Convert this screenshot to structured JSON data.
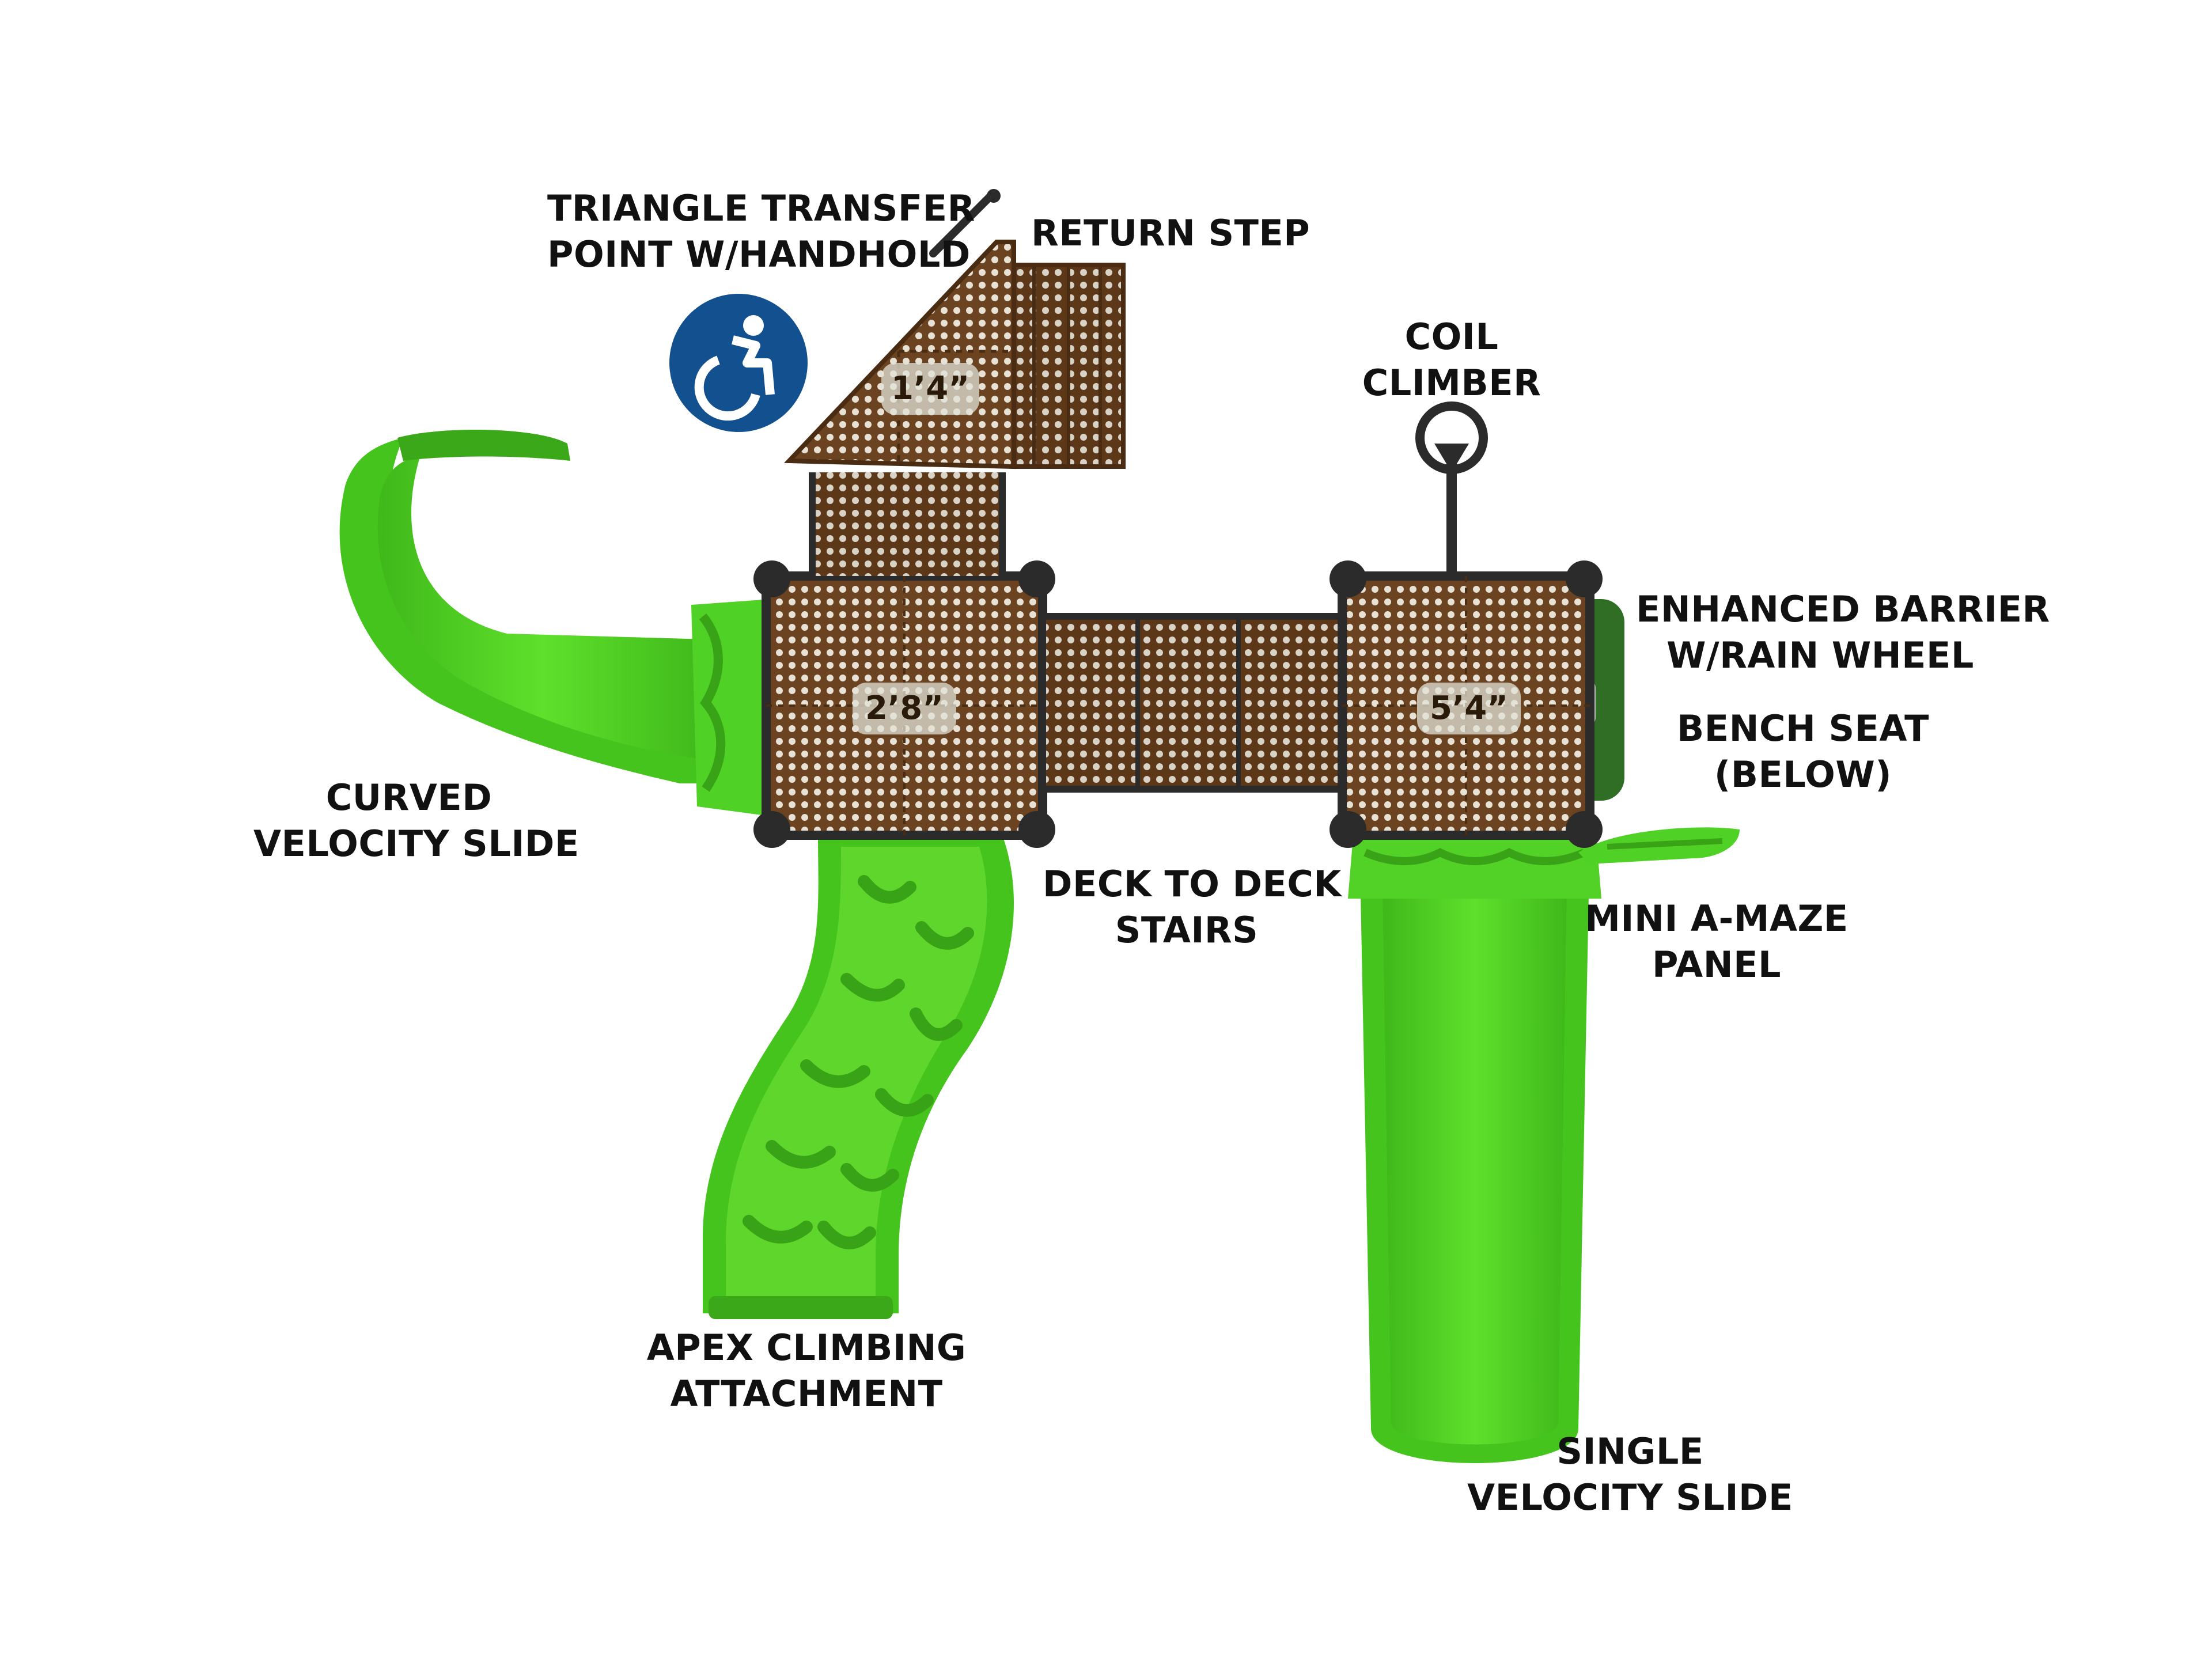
{
  "labels": {
    "triangle_transfer": [
      "TRIANGLE TRANSFER",
      "POINT W/HANDHOLD"
    ],
    "return_step": [
      "RETURN STEP"
    ],
    "coil_climber": [
      "COIL",
      "CLIMBER"
    ],
    "enhanced_barrier": [
      "ENHANCED BARRIER",
      "W/RAIN WHEEL"
    ],
    "bench_seat": [
      "BENCH SEAT",
      "(BELOW)"
    ],
    "curved_slide": [
      "CURVED",
      "VELOCITY SLIDE"
    ],
    "deck_stairs": [
      "DECK TO DECK",
      "STAIRS"
    ],
    "mini_maze": [
      "MINI A-MAZE",
      "PANEL"
    ],
    "apex_climbing": [
      "APEX CLIMBING",
      "ATTACHMENT"
    ],
    "single_slide": [
      "SINGLE",
      "VELOCITY SLIDE"
    ]
  },
  "deck_heights": {
    "transfer": "1’4”",
    "left_deck": "2’8”",
    "right_deck": "5’4”"
  },
  "icons": {
    "accessibility": "wheelchair-accessibility-icon"
  },
  "colors": {
    "slide_green": "#4fd125",
    "deck_brown": "#6b4320",
    "frame_black": "#2b2b2b",
    "access_blue": "#13508f",
    "text": "#111111"
  }
}
